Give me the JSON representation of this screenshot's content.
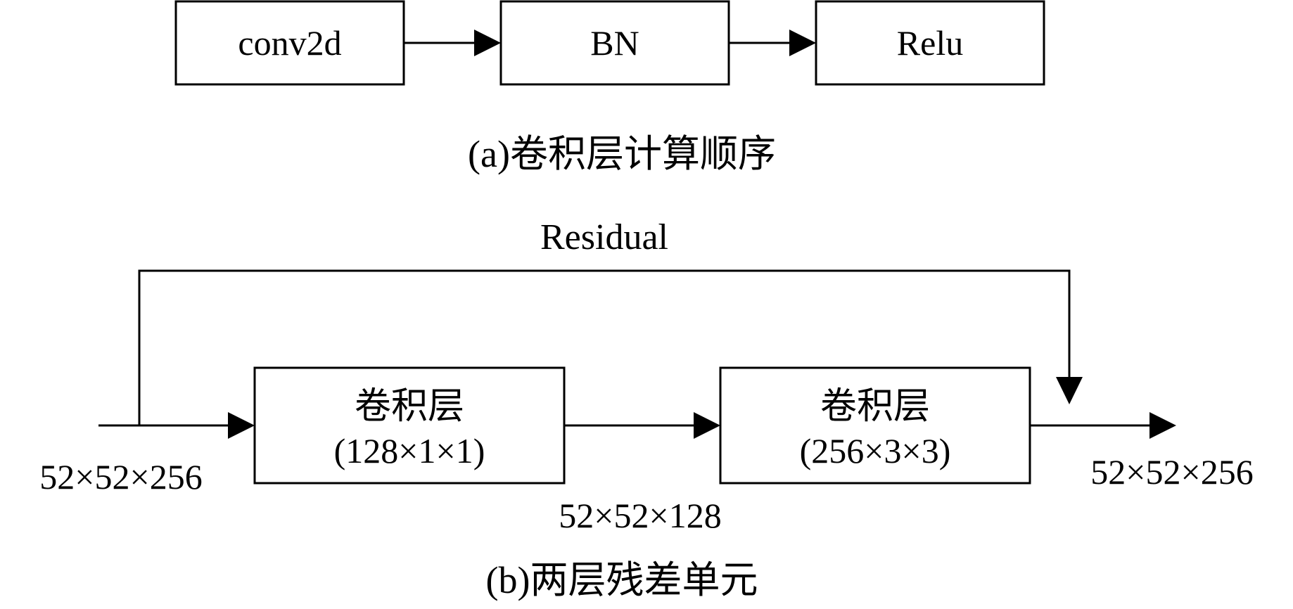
{
  "panel_a": {
    "boxes": [
      {
        "id": "conv2d",
        "label": "conv2d"
      },
      {
        "id": "bn",
        "label": "BN"
      },
      {
        "id": "relu",
        "label": "Relu"
      }
    ],
    "caption": "(a)卷积层计算顺序"
  },
  "panel_b": {
    "residual_label": "Residual",
    "input_dims": "52×52×256",
    "block1": {
      "title": "卷积层",
      "params": "(128×1×1)"
    },
    "middle_dims": "52×52×128",
    "block2": {
      "title": "卷积层",
      "params": "(256×3×3)"
    },
    "output_dims": "52×52×256",
    "caption": "(b)两层残差单元"
  }
}
